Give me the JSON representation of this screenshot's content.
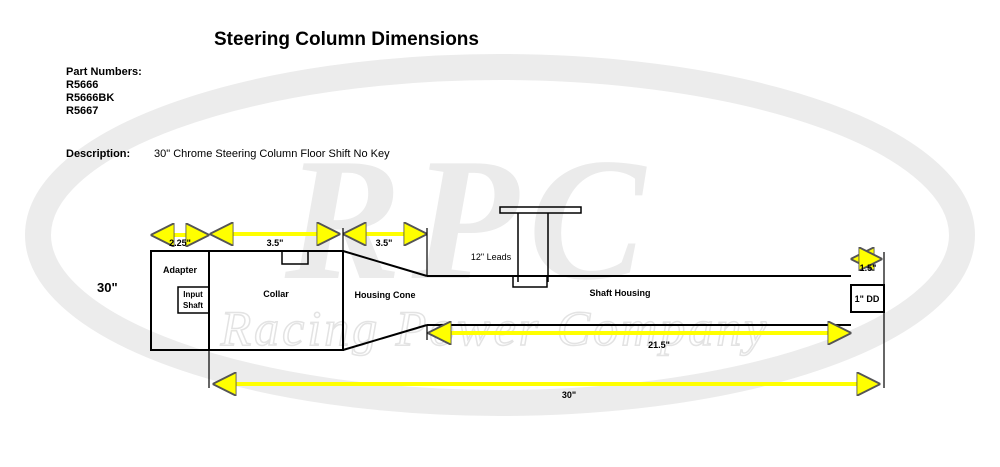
{
  "title": "Steering Column Dimensions",
  "part_numbers": {
    "label": "Part Numbers:",
    "items": [
      "R5666",
      "R5666BK",
      "R5667"
    ]
  },
  "description": {
    "label": "Description:",
    "value": "30\" Chrome Steering Column Floor Shift  No Key"
  },
  "watermark": {
    "logo": "RPC",
    "tagline": "Racing Power Company"
  },
  "diagram": {
    "overall_label": "30\"",
    "components": {
      "adapter": "Adapter",
      "input_shaft_line1": "Input",
      "input_shaft_line2": "Shaft",
      "collar": "Collar",
      "housing_cone": "Housing Cone",
      "shaft_housing": "Shaft Housing",
      "dd": "1\" DD",
      "leads": "12\" Leads"
    },
    "dimensions": {
      "adapter_width": "2.25\"",
      "collar_width": "3.5\"",
      "cone_width": "3.5\"",
      "end_width": "1.5\"",
      "housing_length": "21.5\"",
      "overall_length": "30\""
    },
    "colors": {
      "arrow": "#ffff00",
      "arrow_stroke": "#555555",
      "line": "#000000",
      "watermark": "#e6e6e6"
    }
  }
}
